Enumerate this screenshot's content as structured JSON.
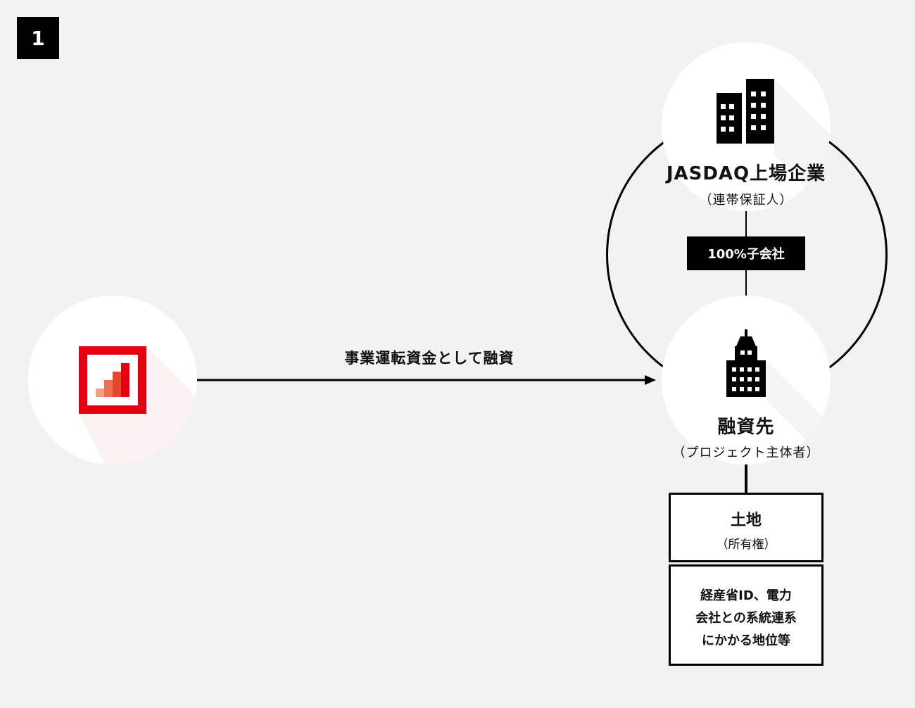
{
  "step_number": "1",
  "lender": {
    "logo": "red-bar-chart-logo",
    "brand_color": "#e60012"
  },
  "arrow_label": "事業運転資金として融資",
  "parent": {
    "title": "JASDAQ上場企業",
    "subtitle": "（連帯保証人）"
  },
  "relation_label": "100%子会社",
  "borrower": {
    "title": "融資先",
    "subtitle": "（プロジェクト主体者）"
  },
  "land": {
    "title": "土地",
    "subtitle": "（所有権）"
  },
  "rights": {
    "lines": [
      "経産省ID、電力",
      "会社との系統連系",
      "にかかる地位等"
    ]
  }
}
